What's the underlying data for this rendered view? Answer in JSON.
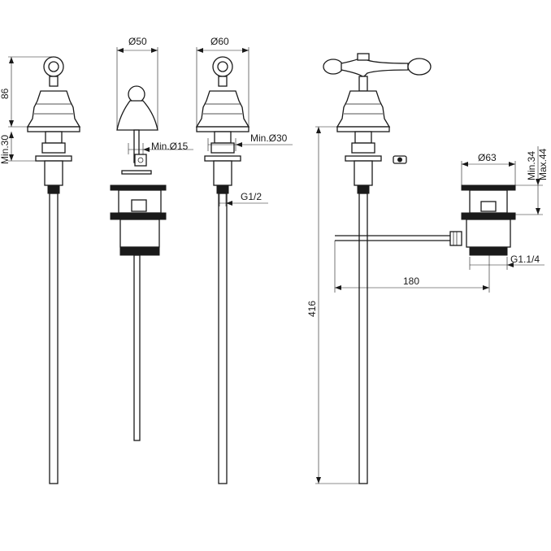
{
  "dimensions": {
    "d50": "Ø50",
    "d60": "Ø60",
    "d63": "Ø63",
    "h86": "86",
    "min30": "Min.30",
    "min15": "Min.Ø15",
    "minD30": "Min.Ø30",
    "g12": "G1/2",
    "min34": "Min.34",
    "max44": "Max.44",
    "g114": "G1.1/4",
    "l180": "180",
    "l416": "416"
  }
}
